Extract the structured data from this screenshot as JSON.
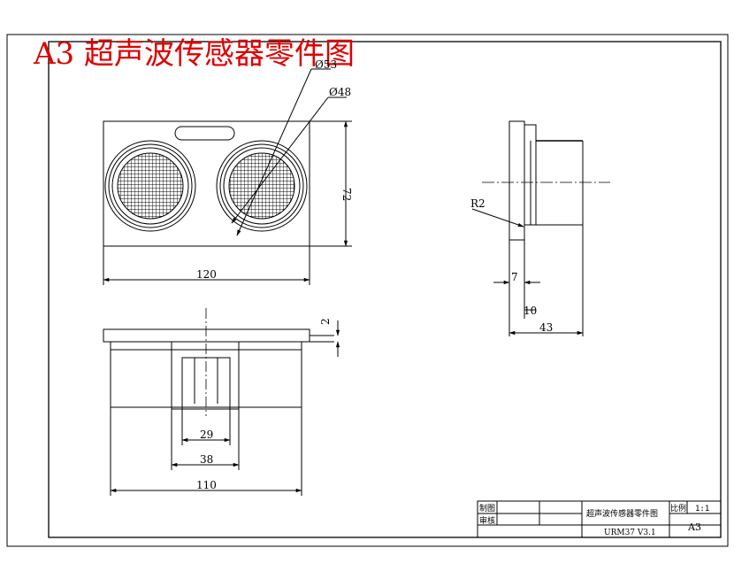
{
  "title": "A3 超声波传感器零件图",
  "title_color": "#e00000",
  "dimensions": {
    "d53": "Ø53",
    "d48": "Ø48",
    "h72": "72",
    "w120": "120",
    "r2": "R2",
    "t7": "7",
    "t10": "10",
    "d43": "43",
    "t2": "2",
    "w29": "29",
    "w38": "38",
    "w110": "110"
  },
  "title_block": {
    "drawn_label": "制图",
    "checked_label": "审核",
    "part_name": "超声波传感器零件图",
    "scale_label": "比例",
    "scale_value": "1:1",
    "model": "URM37 V3.1",
    "sheet_size": "A3"
  }
}
